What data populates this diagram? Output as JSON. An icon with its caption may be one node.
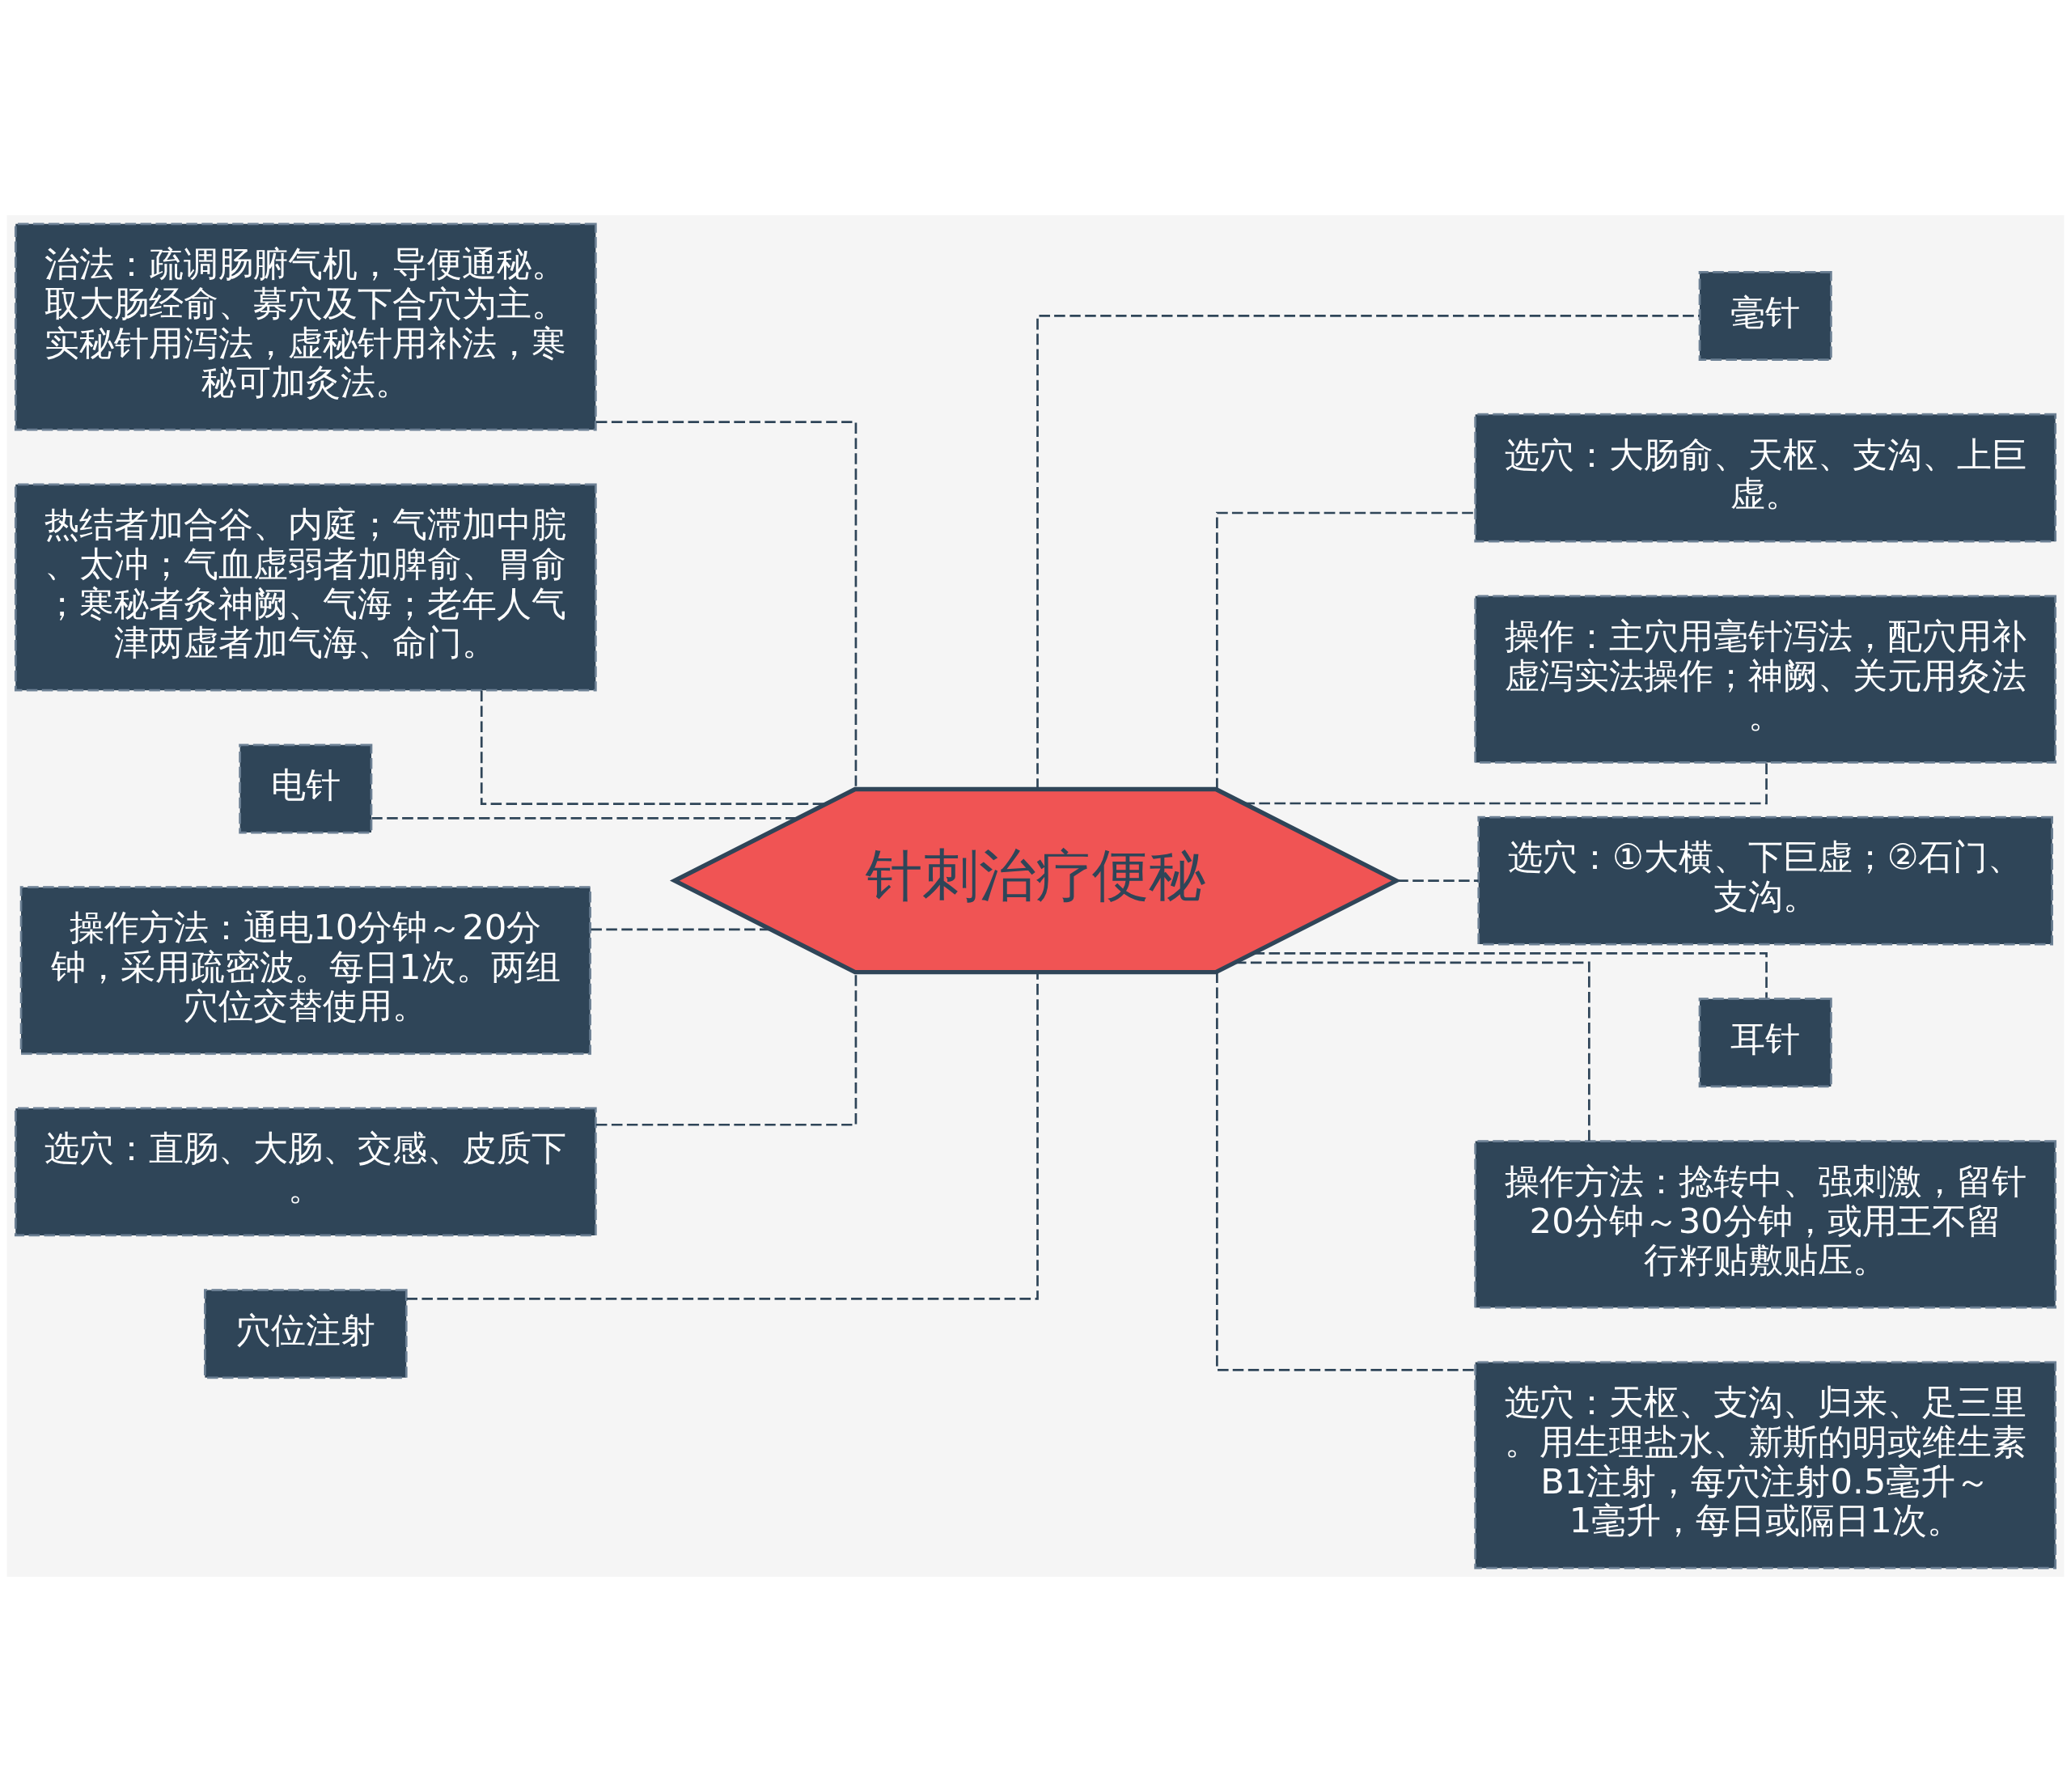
{
  "diagram": {
    "nodes": [
      {
        "text": [
          "针刺治疗便秘"
        ]
      },
      {
        "text": [
          "治法：疏调肠腑气机，导便通秘。取大肠经俞、募穴及下合穴为主。实秘针用泻法，虚秘针用补法，寒秘可加灸法。"
        ]
      },
      {
        "text": [
          "热结者加合谷、内庭；气滞加中脘、太冲；气血虚弱者加脾俞、胃俞；寒秘者灸神阙、气海；老年人气津两虚者加气海、命门。"
        ]
      },
      {
        "text": [
          "电针"
        ]
      },
      {
        "text": [
          "操作方法：通电10分钟～20分钟，采用疏密波。每日1次。两组穴位交替使用。"
        ]
      },
      {
        "text": [
          "选穴：直肠、大肠、交感、皮质下。"
        ]
      },
      {
        "text": [
          "穴位注射"
        ]
      },
      {
        "text": [
          "毫针"
        ]
      },
      {
        "text": [
          "选穴：大肠俞、天枢、支沟、上巨虚。"
        ]
      },
      {
        "text": [
          "操作：主穴用毫针泻法，配穴用补虚泻实法操作；神阙、关元用灸法。"
        ]
      },
      {
        "text": [
          "选穴：①大横、下巨虚；②石门、支沟。"
        ]
      },
      {
        "text": [
          "耳针"
        ]
      },
      {
        "text": [
          "操作方法：捻转中、强刺激，留针20分钟～30分钟，或用王不留行籽贴敷贴压。"
        ]
      },
      {
        "text": [
          "选穴：天枢、支沟、归来、足三里。用生理盐水、新斯的明或维生素B1注射，每穴注射0.5毫升～1毫升，每日或隔日1次。"
        ]
      }
    ],
    "edges": [
      {
        "from": 1,
        "to": 0,
        "arrow": "none",
        "style": "dashed"
      },
      {
        "from": 2,
        "to": 0,
        "arrow": "none",
        "style": "dashed"
      },
      {
        "from": 3,
        "to": 0,
        "arrow": "none",
        "style": "dashed"
      },
      {
        "from": 4,
        "to": 0,
        "arrow": "none",
        "style": "dashed"
      },
      {
        "from": 5,
        "to": 0,
        "arrow": "none",
        "style": "dashed"
      },
      {
        "from": 6,
        "to": 0,
        "arrow": "none",
        "style": "dashed"
      },
      {
        "from": 0,
        "to": 7,
        "arrow": "none",
        "style": "dashed"
      },
      {
        "from": 0,
        "to": 8,
        "arrow": "none",
        "style": "dashed"
      },
      {
        "from": 0,
        "to": 9,
        "arrow": "none",
        "style": "dashed"
      },
      {
        "from": 0,
        "to": 10,
        "arrow": "none",
        "style": "dashed"
      },
      {
        "from": 0,
        "to": 11,
        "arrow": "none",
        "style": "dashed"
      },
      {
        "from": 0,
        "to": 12,
        "arrow": "none",
        "style": "dashed"
      },
      {
        "from": 0,
        "to": 13,
        "arrow": "none",
        "style": "dashed"
      }
    ]
  }
}
